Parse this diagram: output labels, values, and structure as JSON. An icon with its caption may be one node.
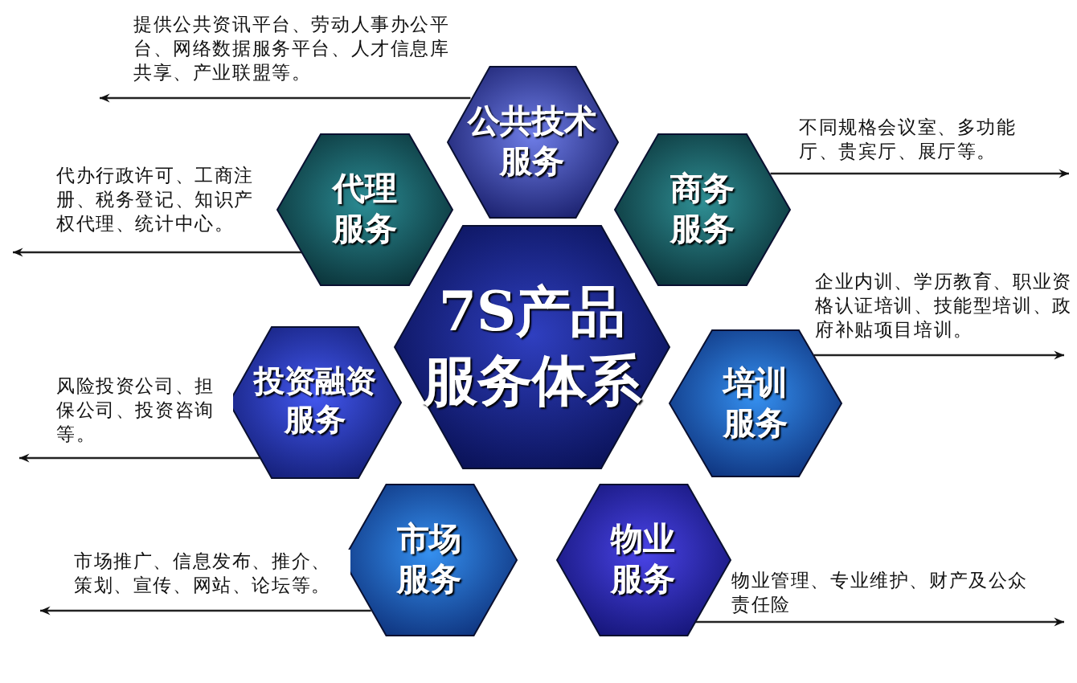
{
  "diagram": {
    "nodes": [
      {
        "text": [
          "7S产品服务体系"
        ]
      },
      {
        "text": [
          "公共技术服务"
        ]
      },
      {
        "text": [
          "代理服务"
        ]
      },
      {
        "text": [
          "商务服务"
        ]
      },
      {
        "text": [
          "投资融资服务"
        ]
      },
      {
        "text": [
          "培训服务"
        ]
      },
      {
        "text": [
          "市场服务"
        ]
      },
      {
        "text": [
          "物业服务"
        ]
      }
    ],
    "edges": [
      {
        "from": 1,
        "to": null,
        "arrow": "to",
        "label": "提供公共资讯平台、劳动人事办公平台、网络数据服务平台、人才信息库共享、产业联盟等。"
      },
      {
        "from": 2,
        "to": null,
        "arrow": "to",
        "label": "代办行政许可、工商注册、税务登记、知识产权代理、统计中心。"
      },
      {
        "from": 3,
        "to": null,
        "arrow": "to",
        "label": "不同规格会议室、多功能厅、贵宾厅、展厅等。"
      },
      {
        "from": 4,
        "to": null,
        "arrow": "to",
        "label": "风险投资公司、担保公司、投资咨询等。"
      },
      {
        "from": 5,
        "to": null,
        "arrow": "to",
        "label": "企业内训、学历教育、职业资格认证培训、技能型培训、政府补贴项目培训。"
      },
      {
        "from": 6,
        "to": null,
        "arrow": "to",
        "label": "市场推广、信息发布、推介、策划、宣传、网站、论坛等。"
      },
      {
        "from": 7,
        "to": null,
        "arrow": "to",
        "label": "物业管理、专业维护、财产及公众责任险"
      }
    ]
  }
}
